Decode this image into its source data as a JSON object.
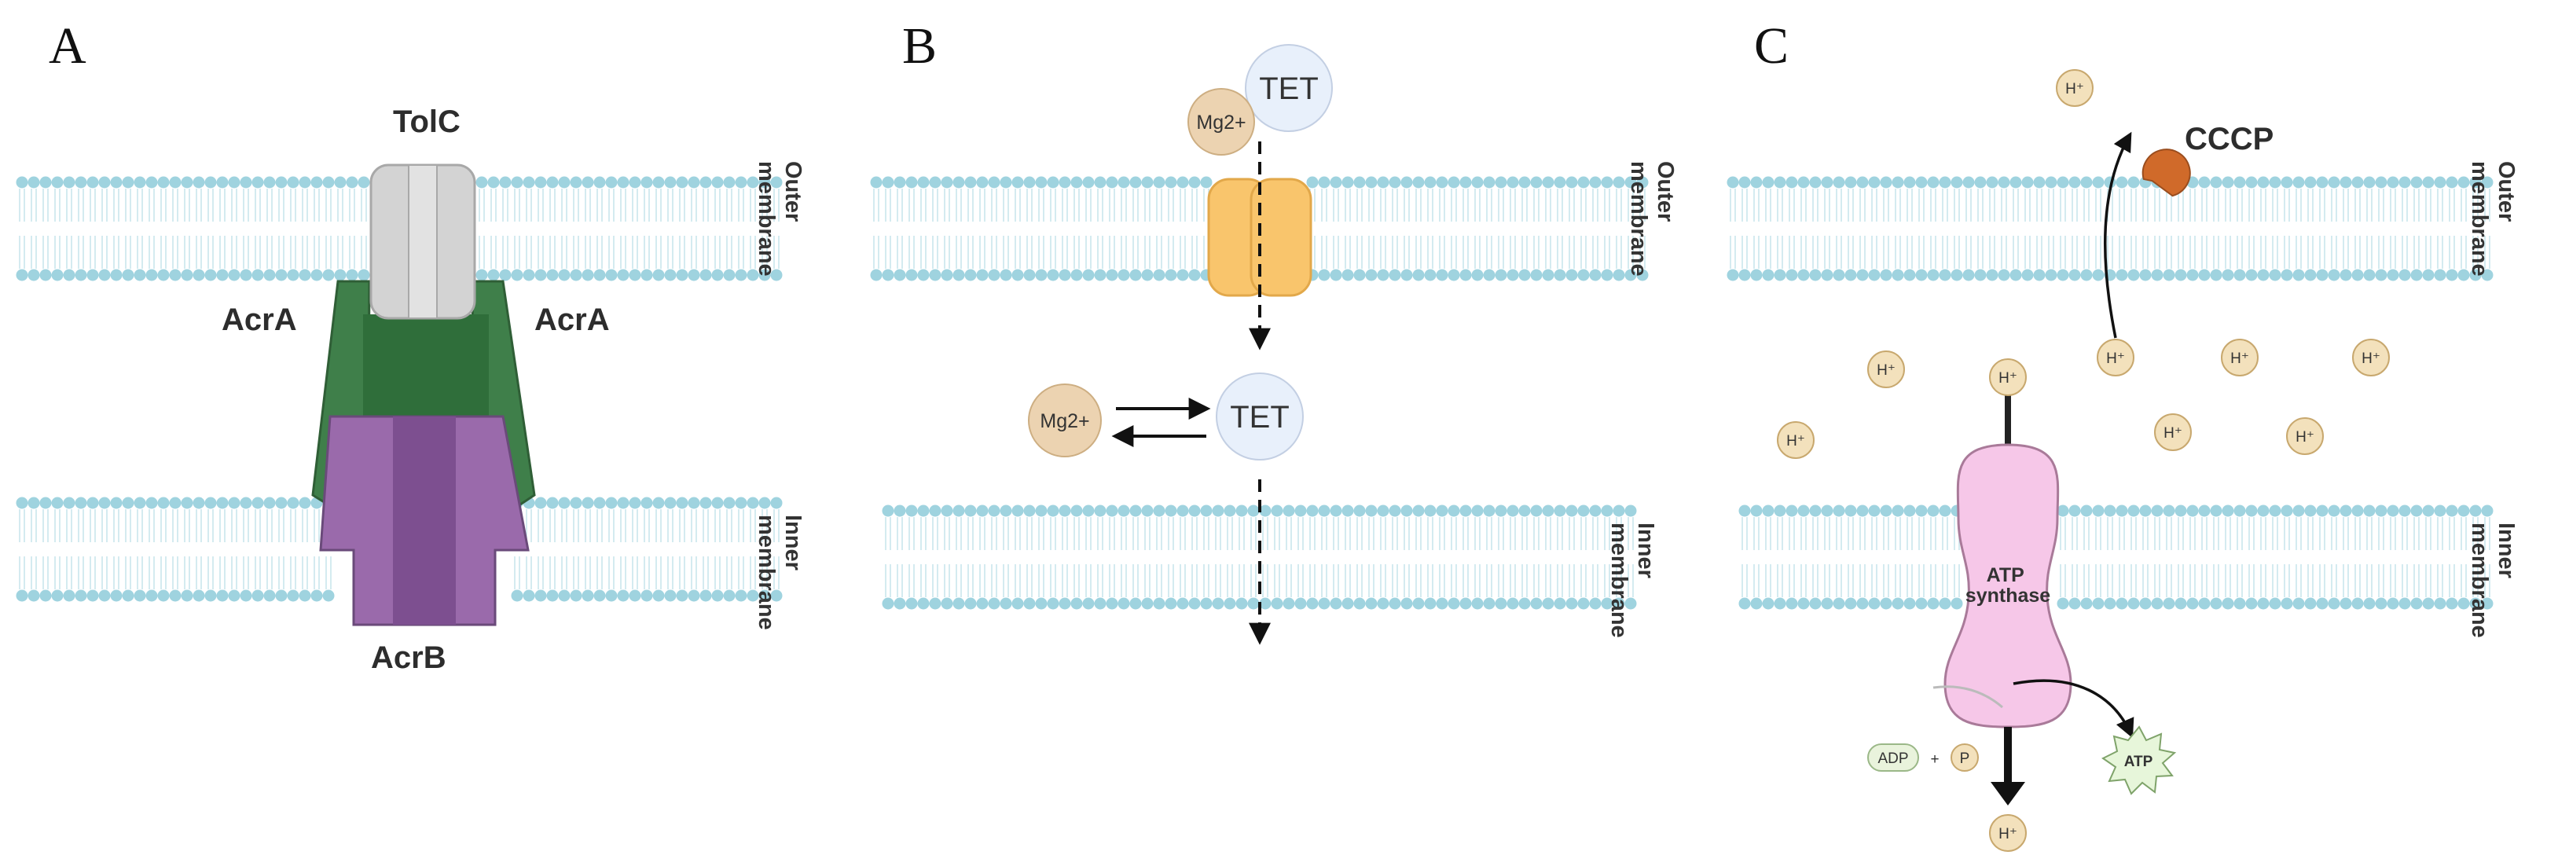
{
  "panels": [
    {
      "letter": "A",
      "outer_membrane_label": [
        "Outer",
        "membrane"
      ],
      "inner_membrane_label": [
        "Inner",
        "membrane"
      ],
      "tolc_label": "TolC",
      "acra_left_label": "AcrA",
      "acra_right_label": "AcrA",
      "acrb_label": "AcrB"
    },
    {
      "letter": "B",
      "outer_membrane_label": [
        "Outer",
        "membrane"
      ],
      "inner_membrane_label": [
        "Inner",
        "membrane"
      ],
      "tet_top_label": "TET",
      "mg_top_label": "Mg2+",
      "mg_mid_label": "Mg2+",
      "tet_mid_label": "TET"
    },
    {
      "letter": "C",
      "outer_membrane_label": [
        "Outer",
        "membrane"
      ],
      "inner_membrane_label": [
        "Inner",
        "membrane"
      ],
      "cccp_label": "CCCP",
      "proton_label": "H⁺",
      "atp_synthase_label": [
        "ATP",
        "synthase"
      ],
      "adp_label": "ADP",
      "plus_label": "+",
      "p_label": "P",
      "atp_label": "ATP"
    }
  ],
  "colors": {
    "lipid_head": "#9fd3df",
    "lipid_tail": "#c9e6ec",
    "tolc": "#d3d3d3",
    "acra": "#3f7f4a",
    "acrb": "#9a6aab",
    "porin": "#f9c56c",
    "tet": "#e8f0fb",
    "mg": "#ecd3b1",
    "proton": "#f3e1bc",
    "atp_synthase": "#f6c7e8",
    "cccp": "#d06a2a",
    "atp_star": "#e7f6da",
    "adp": "#e9f3dc"
  }
}
